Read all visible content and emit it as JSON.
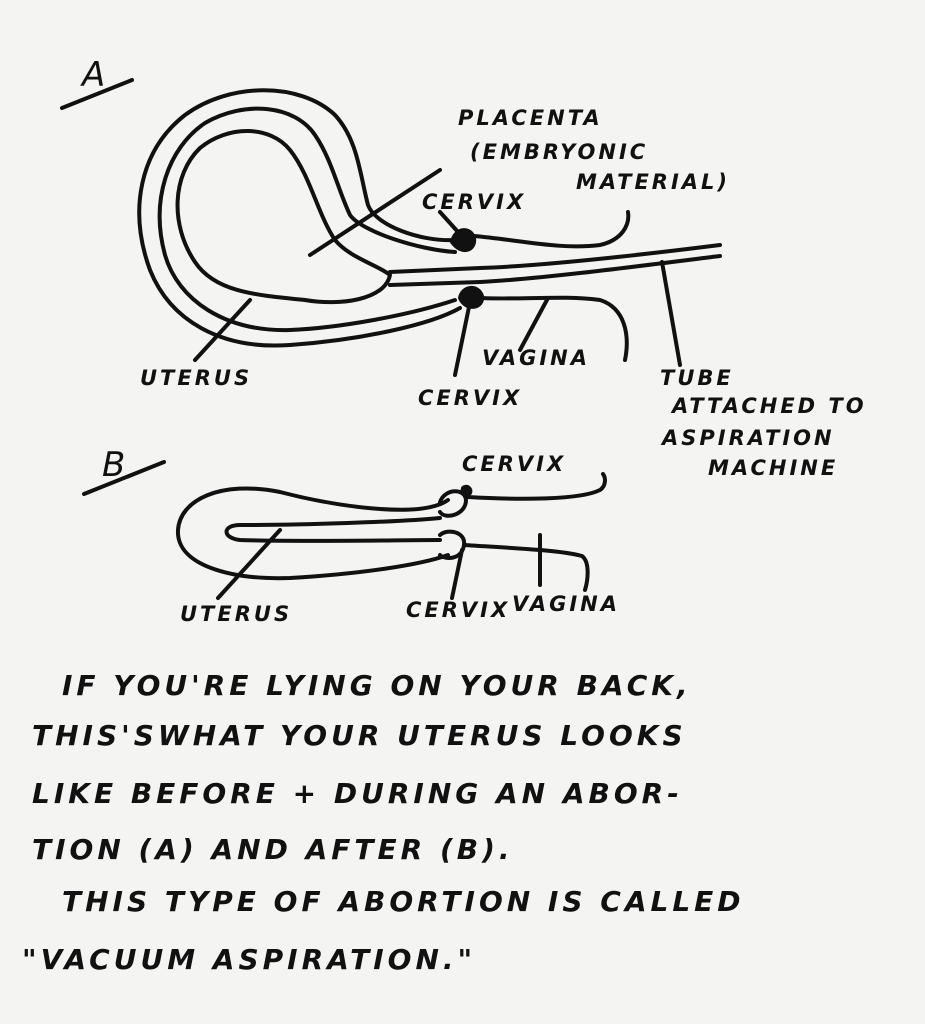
{
  "diagram_a": {
    "letter": "A",
    "labels": {
      "placenta_1": "PLACENTA",
      "placenta_2": "(EMBRYONIC",
      "placenta_3": "MATERIAL)",
      "cervix_top": "CERVIX",
      "uterus": "UTERUS",
      "vagina": "VAGINA",
      "cervix_bottom": "CERVIX",
      "tube_1": "TUBE",
      "tube_2": "ATTACHED TO",
      "tube_3": "ASPIRATION",
      "tube_4": "MACHINE"
    }
  },
  "diagram_b": {
    "letter": "B",
    "labels": {
      "cervix_top": "CERVIX",
      "uterus": "UTERUS",
      "cervix_bottom": "CERVIX",
      "vagina": "VAGINA"
    }
  },
  "caption": {
    "line1": "IF YOU'RE LYING ON YOUR BACK,",
    "line2": "THIS'SWHAT YOUR UTERUS LOOKS",
    "line3": "LIKE BEFORE + DURING AN ABOR-",
    "line4": "TION (A) AND AFTER (B).",
    "line5": "THIS TYPE OF ABORTION IS CALLED",
    "line6": "\"VACUUM ASPIRATION.\""
  },
  "colors": {
    "ink": "#111111",
    "paper": "#f4f4f2"
  }
}
